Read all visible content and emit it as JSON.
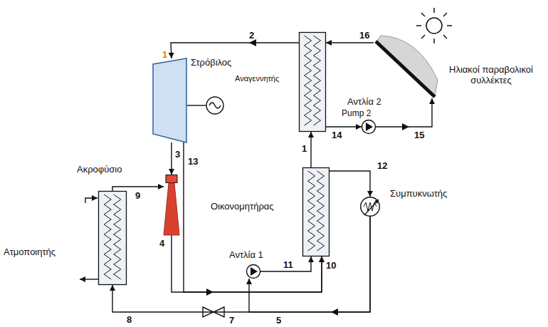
{
  "diagram": {
    "nodes": [
      {
        "text": [
          "Στρόβιλος"
        ]
      },
      {
        "text": [
          "Αναγεννητής"
        ]
      },
      {
        "text": [
          "Ηλιακοί παραβολικοί συλλέκτες"
        ]
      },
      {
        "text": [
          "Αντλία 2",
          "Pump 2"
        ]
      },
      {
        "text": [
          "Ακροφύσιο"
        ]
      },
      {
        "text": [
          "Οικονομητήρας"
        ]
      },
      {
        "text": [
          "Συμπυκνωτής"
        ]
      },
      {
        "text": [
          "Ατμοποιητής"
        ]
      },
      {
        "text": [
          "Αντλία 1"
        ]
      }
    ],
    "edges": [
      {
        "from": 1,
        "to": 0,
        "arrow": "to"
      },
      {
        "from": 0,
        "to": 4,
        "arrow": "to"
      },
      {
        "from": 4,
        "to": 5,
        "arrow": "to"
      },
      {
        "from": 0,
        "to": 5,
        "arrow": "to"
      },
      {
        "from": 5,
        "to": 6,
        "arrow": "to"
      },
      {
        "from": 6,
        "to": 7,
        "arrow": "to"
      },
      {
        "from": 6,
        "to": 8,
        "arrow": "to"
      },
      {
        "from": 8,
        "to": 5,
        "arrow": "to"
      },
      {
        "from": 5,
        "to": 1,
        "arrow": "to"
      },
      {
        "from": 1,
        "to": 3,
        "arrow": "to"
      },
      {
        "from": 3,
        "to": 2,
        "arrow": "to"
      },
      {
        "from": 2,
        "to": 1,
        "arrow": "to"
      },
      {
        "from": 7,
        "to": 4,
        "arrow": "to"
      }
    ],
    "labels": [
      "1",
      "2",
      "16",
      "14",
      "15",
      "1",
      "12",
      "3",
      "13",
      "9",
      "4",
      "11",
      "10",
      "8",
      "7",
      "5"
    ]
  }
}
